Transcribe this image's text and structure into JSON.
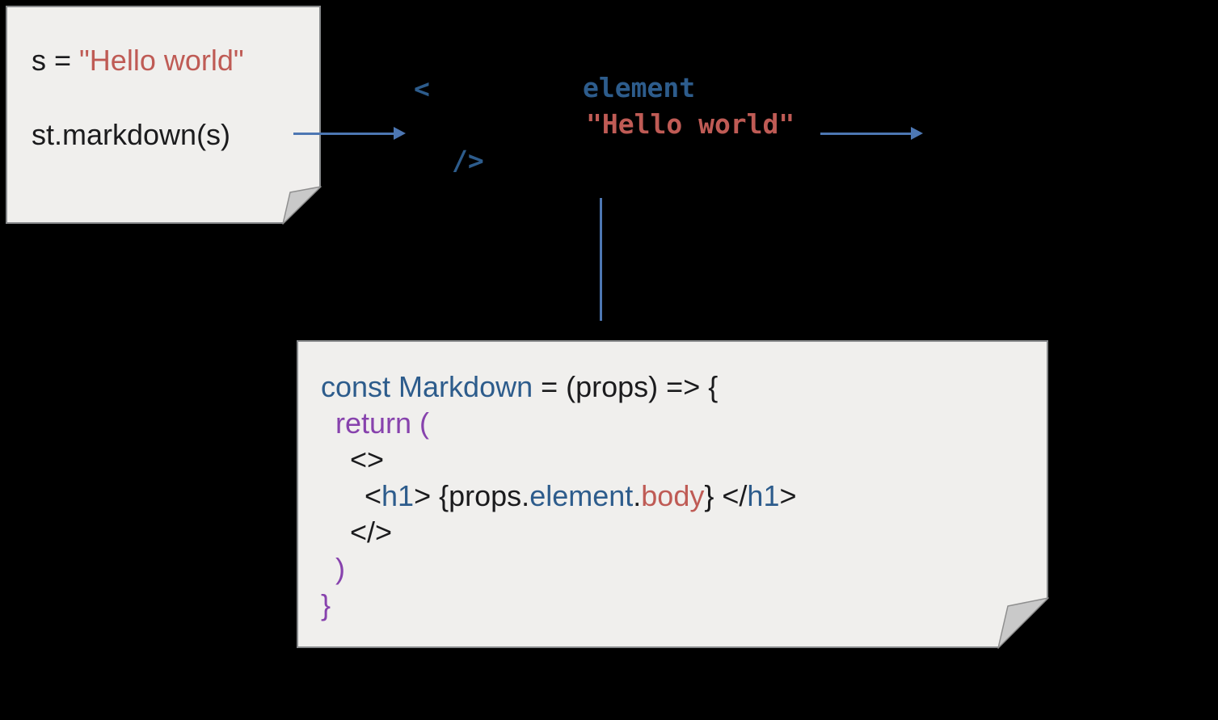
{
  "colors": {
    "background": "#000000",
    "note_background": "#f0efed",
    "note_border": "#87898b",
    "fold_gray": "#c9c9c9",
    "code_black": "#1b1b1d",
    "code_blue": "#2d5c8c",
    "code_red": "#bf5b55",
    "code_purple": "#8742ad",
    "arrow_blue": "#4d77b3"
  },
  "script_note": {
    "lines": [
      {
        "segments": [
          {
            "text": "s = ",
            "color": "black"
          },
          {
            "text": "\"Hello world\"",
            "color": "red"
          }
        ]
      },
      {
        "segments": [
          {
            "text": "st.markdown(s)",
            "color": "black"
          }
        ]
      }
    ]
  },
  "element_code": {
    "tokens": [
      {
        "text": "<",
        "color": "blue"
      },
      {
        "text": "element",
        "color": "blue"
      },
      {
        "text": "\"Hello world\"",
        "color": "red"
      },
      {
        "text": "/>",
        "color": "blue"
      }
    ]
  },
  "component_note": {
    "lines": [
      {
        "segments": [
          {
            "text": "const Markdown",
            "color": "blue"
          },
          {
            "text": " = (props) => {",
            "color": "black"
          }
        ]
      },
      {
        "segments": [
          {
            "text": "return (",
            "color": "purple"
          }
        ]
      },
      {
        "segments": [
          {
            "text": "<>",
            "color": "black"
          }
        ]
      },
      {
        "segments": [
          {
            "text": "<",
            "color": "black"
          },
          {
            "text": "h1",
            "color": "blue"
          },
          {
            "text": "> {props.",
            "color": "black"
          },
          {
            "text": "element",
            "color": "blue"
          },
          {
            "text": ".",
            "color": "black"
          },
          {
            "text": "body",
            "color": "red"
          },
          {
            "text": "} </",
            "color": "black"
          },
          {
            "text": "h1",
            "color": "blue"
          },
          {
            "text": ">",
            "color": "black"
          }
        ]
      },
      {
        "segments": [
          {
            "text": "</>",
            "color": "black"
          }
        ]
      },
      {
        "segments": [
          {
            "text": ")",
            "color": "purple"
          }
        ]
      },
      {
        "segments": [
          {
            "text": "}",
            "color": "purple"
          }
        ]
      }
    ]
  }
}
